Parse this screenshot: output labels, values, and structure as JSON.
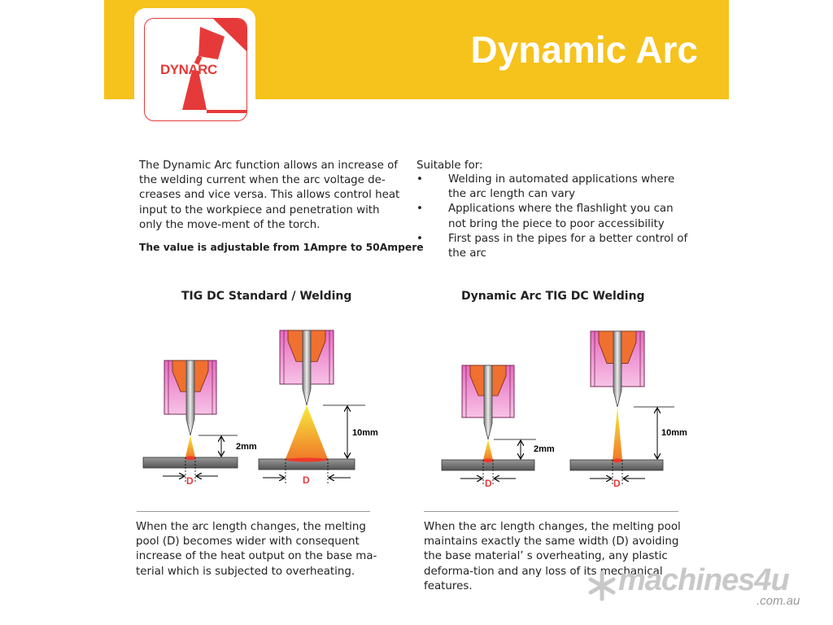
{
  "header": {
    "title": "Dynamic Arc",
    "logo_text": "DYNARC",
    "accent_color": "#f6c21c",
    "logo_color": "#e63a3a"
  },
  "intro": {
    "description": "The Dynamic Arc function allows an increase of the welding current when the arc voltage de-creases and vice versa. This allows control heat input to the workpiece and penetration with only the move-ment of the torch.",
    "adjustable_note": "The value is adjustable from 1Ampre to 50Ampere"
  },
  "suitable": {
    "heading": "Suitable for:",
    "items": [
      "Welding in automated applications where the arc length can vary",
      "Applications where the flashlight you can not bring the piece to poor accessibility",
      "First pass in the pipes for a better control of the arc"
    ]
  },
  "diagrams": {
    "standard": {
      "title": "TIG DC Standard / Welding",
      "short_label": "2mm",
      "long_label": "10mm",
      "width_label": "D",
      "caption": "When the arc length changes, the melting pool (D) becomes wider with consequent increase of the heat output on the base ma-terial which is subjected to overheating."
    },
    "dynamic": {
      "title": "Dynamic Arc TIG DC Welding",
      "short_label": "2mm",
      "long_label": "10mm",
      "width_label": "D",
      "caption": "When the arc length changes, the melting pool maintains exactly the same width (D) avoiding the base material’ s overheating, any plastic deforma-tion and any loss of its mechanical features."
    }
  },
  "watermark": {
    "brand": "machines4u",
    "domain": ".com.au"
  }
}
